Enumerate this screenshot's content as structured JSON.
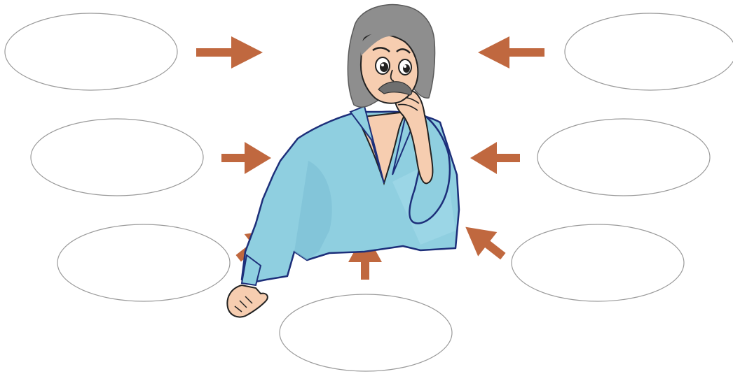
{
  "ovals": [
    {
      "id": "oval-top-left",
      "label": ""
    },
    {
      "id": "oval-top-right",
      "label": ""
    },
    {
      "id": "oval-mid-left",
      "label": ""
    },
    {
      "id": "oval-mid-right",
      "label": ""
    },
    {
      "id": "oval-low-left",
      "label": ""
    },
    {
      "id": "oval-low-right",
      "label": ""
    },
    {
      "id": "oval-bottom-center",
      "label": ""
    }
  ],
  "colors": {
    "arrow": "#c0683f",
    "oval_stroke": "#9a9a9a",
    "shirt": "#8fcfe0",
    "hair": "#8e8e8e",
    "skin": "#f6cdb0"
  },
  "illustration": "cartoon-man-thinking"
}
